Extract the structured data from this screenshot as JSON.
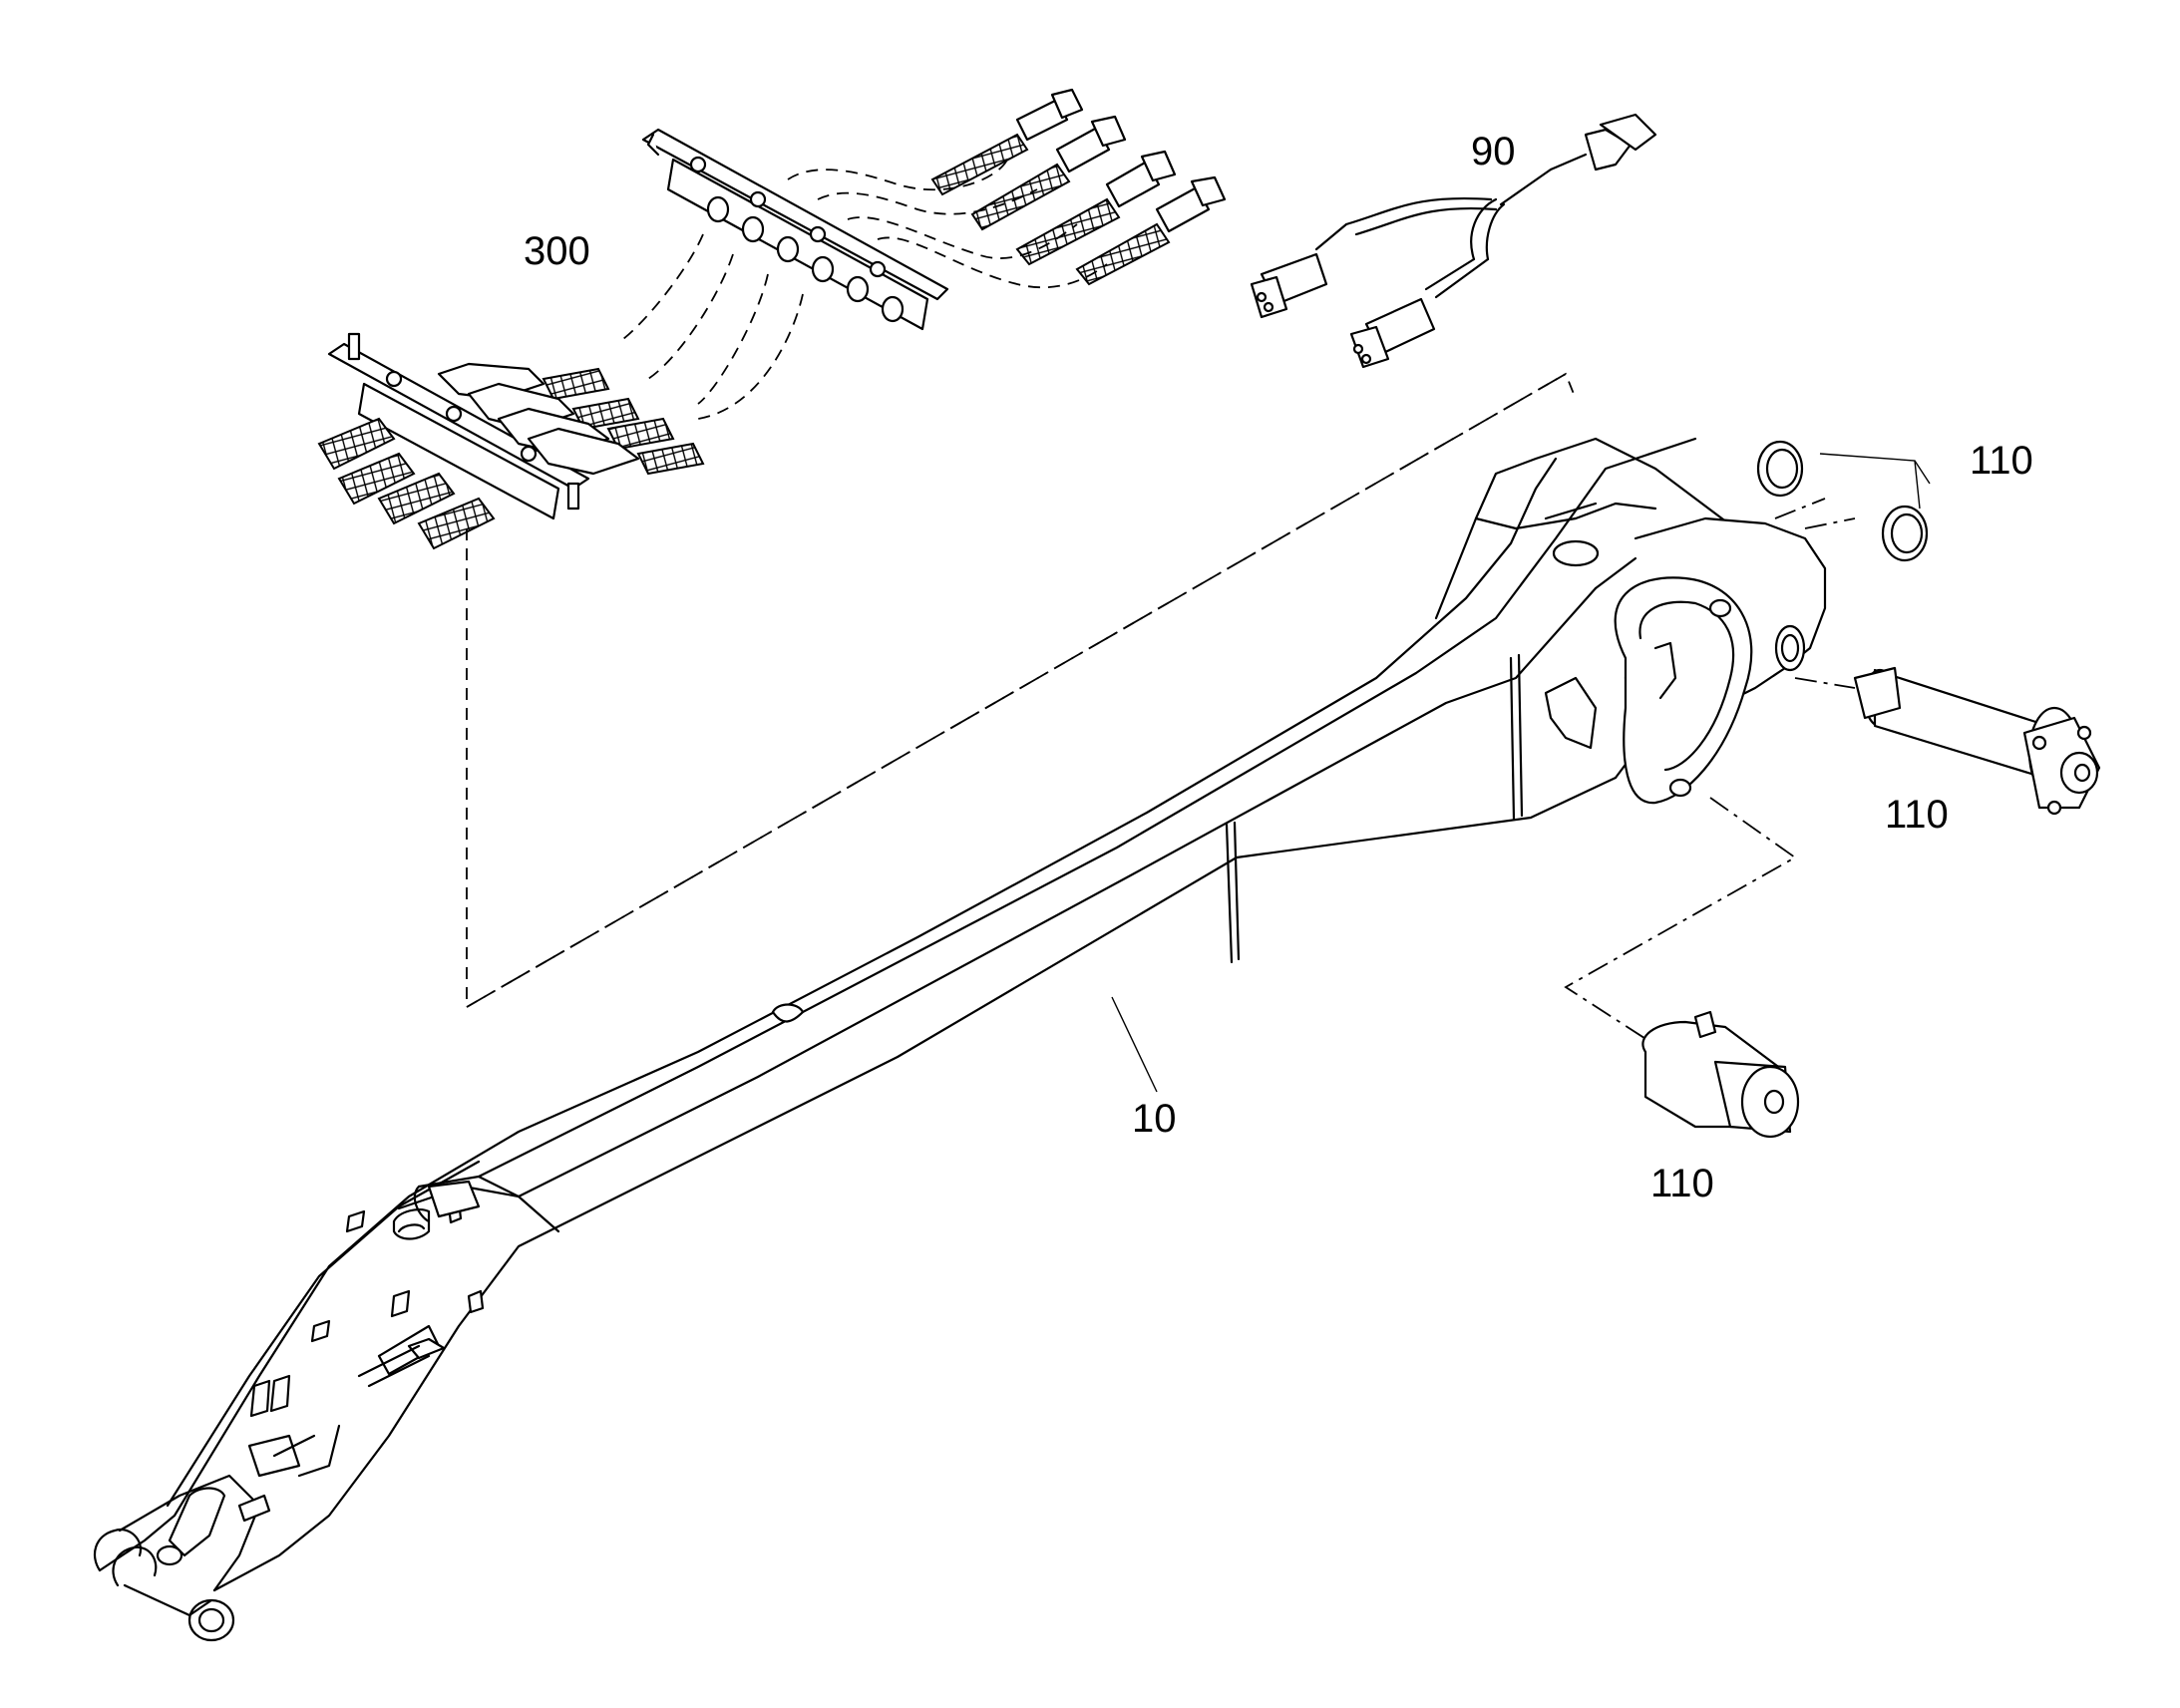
{
  "callouts": {
    "label_300": "300",
    "label_90": "90",
    "label_110_rings": "110",
    "label_110_pin": "110",
    "label_110_bushing": "110",
    "label_10": "10"
  }
}
